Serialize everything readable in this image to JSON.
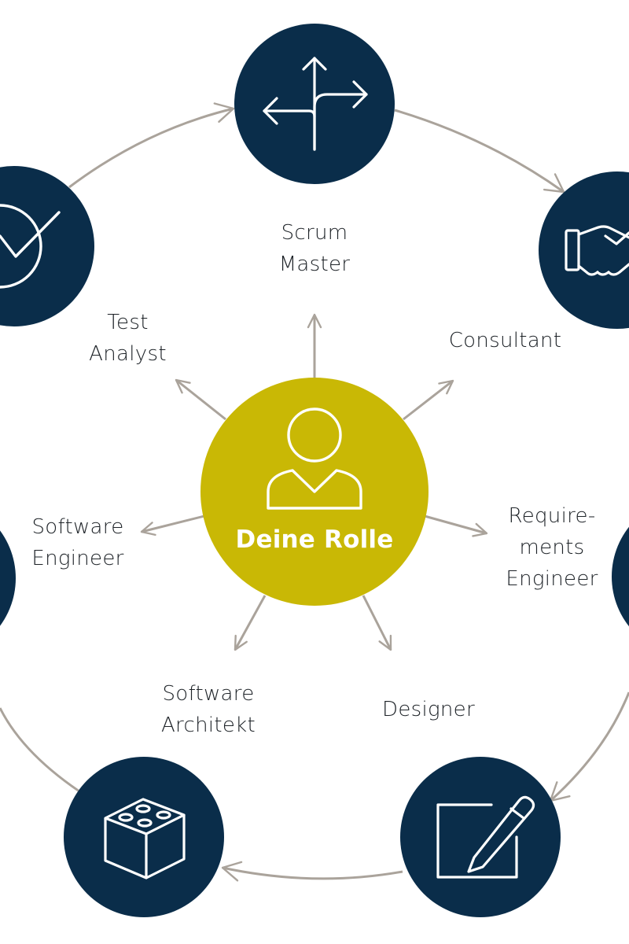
{
  "center": {
    "title": "Deine Rolle"
  },
  "roles": {
    "scrum_master": [
      "Scrum",
      "Master"
    ],
    "consultant": [
      "Consultant"
    ],
    "requirements_engineer": [
      "Require-",
      "ments",
      "Engineer"
    ],
    "designer": [
      "Designer"
    ],
    "software_architekt": [
      "Software",
      "Architekt"
    ],
    "software_engineer": [
      "Software",
      "Engineer"
    ],
    "test_analyst": [
      "Test",
      "Analyst"
    ]
  },
  "colors": {
    "navy": "#0a2d4a",
    "center_olive": "#c9b805",
    "connector_gray": "#aaa39b",
    "text": "#1e2328"
  },
  "icons": {
    "scrum_master": "direction-arrows-icon",
    "consultant": "handshake-icon",
    "test_analyst": "checkmark-circle-icon",
    "software_architekt": "cube-icon",
    "designer": "edit-pencil-icon",
    "software_engineer": "partial-circle",
    "requirements_engineer": "partial-circle",
    "center": "person-icon"
  }
}
